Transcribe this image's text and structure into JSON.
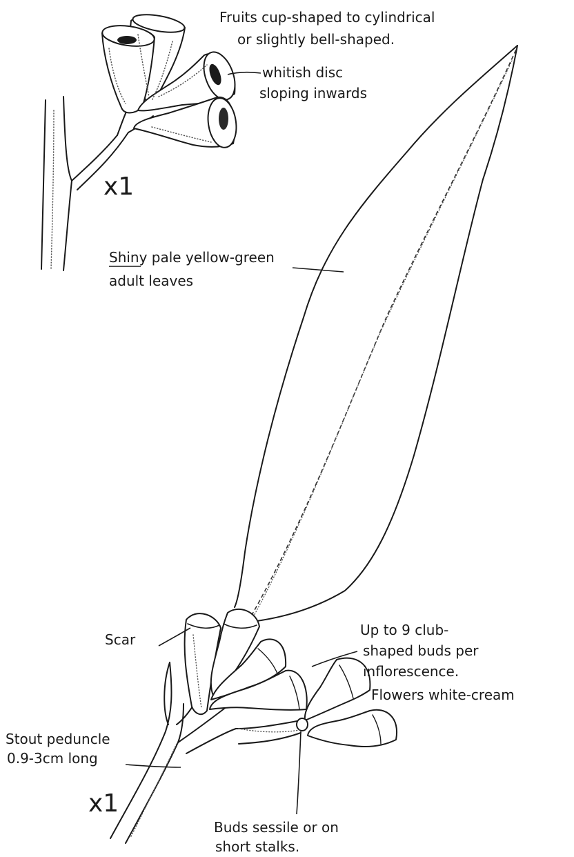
{
  "fruit_note": {
    "line1": "Fruits cup-shaped to cylindrical",
    "line2": "or slightly bell-shaped."
  },
  "disc_note": {
    "line1": "whitish disc",
    "line2": "sloping inwards"
  },
  "leaf_note": {
    "line1": "Shiny pale yellow-green",
    "line2": "adult leaves"
  },
  "scar_note": "Scar",
  "buds_note": {
    "line1": "Up to 9 club-",
    "line2": "shaped buds per",
    "line3": "inflorescence.",
    "line4": "Flowers white-cream"
  },
  "peduncle_note": {
    "line1": "Stout peduncle",
    "line2": "0.9-3cm long"
  },
  "sessile_note": {
    "line1": "Buds sessile or on",
    "line2": "short stalks."
  },
  "scale_top": "x1",
  "scale_bottom": "x1"
}
